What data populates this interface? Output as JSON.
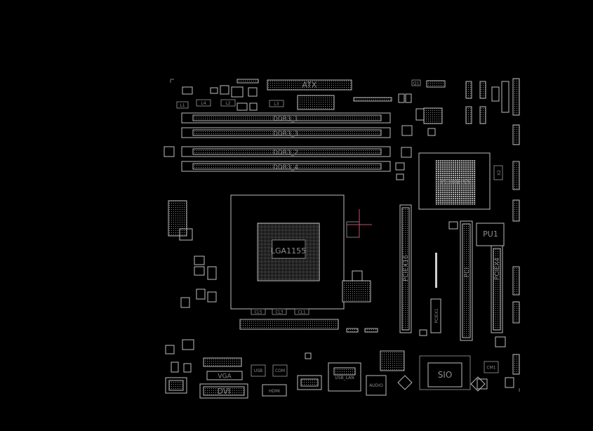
{
  "components": {
    "atx": "ATX",
    "ddr": [
      "DDR3_1",
      "DDR3_3",
      "DDR3_2",
      "DDR3_4"
    ],
    "cpu": "LGA1155",
    "pch": "PCH8H55",
    "pu1": "PU1",
    "pciex16": "PCIEX16",
    "pciex1": "PCIEX1",
    "pci": "PCI",
    "pciex4": "PCIEX4",
    "sio": "SIO",
    "vga": "VGA",
    "dvi": "DVI",
    "hdmi": "HDMI",
    "usb_lan": "USB_LAN",
    "audio": "AUDIO",
    "small_labels": [
      "L4",
      "L2",
      "L3",
      "L1",
      "CL5",
      "CL3",
      "CL1",
      "Q1",
      "USB",
      "COM",
      "CM1",
      "X2"
    ]
  },
  "colors": {
    "background": "#000000",
    "outline": "#bdbdbd",
    "label": "#8c8c8c",
    "cursor": "#c0506a"
  }
}
